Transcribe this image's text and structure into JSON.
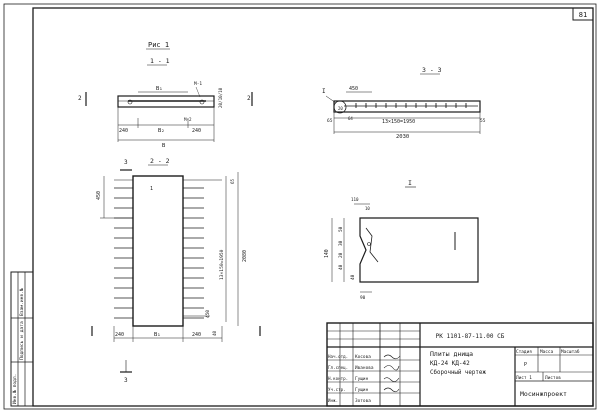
{
  "sheet": {
    "number": "81"
  },
  "figure": {
    "label": "Рис 1"
  },
  "sections": {
    "s11": "1 - 1",
    "s22": "2 - 2",
    "s33": "3 - 3",
    "detail": "I"
  },
  "markers": {
    "two": "2",
    "three": "3",
    "one": "1",
    "roman": "I"
  },
  "dims": {
    "d240": "240",
    "b1": "B₁",
    "b2": "B₂",
    "b": "B",
    "d450": "450",
    "d2080": "2080",
    "d2030": "2030",
    "d13x150": "13×150=1950",
    "d65": "65",
    "d55": "55",
    "d40": "40",
    "d140": "140",
    "d110": "110",
    "d90": "90",
    "d20": "20",
    "d30": "30",
    "d50": "50",
    "d64": "64",
    "d10": "10",
    "d20_10": "20/10/10",
    "m1": "M-1",
    "m2": "M-2"
  },
  "stamp": {
    "code": "РК 1101-87-11.00 СБ",
    "title_line1": "Плиты днища",
    "title_line2": "КД-24  КД-42",
    "title_line3": "Сборочный чертеж",
    "col_stage": "Стадия",
    "col_mass": "Масса",
    "col_scale": "Масштаб",
    "stage_value": "Р",
    "sheet_label": "Лист 1",
    "sheets_label": "Листов",
    "org": "Мосинжпроект",
    "roles": [
      "Нач.отд.",
      "Гл.спец.",
      "Н.контр.",
      "Уч.стр.",
      "Инж."
    ],
    "names": [
      "Косова",
      "Иванова",
      "Гущин",
      "Гущин",
      "Зотова"
    ]
  },
  "side_stamp": {
    "col1": "Инв.№ подл.",
    "col2": "Подпись и дата",
    "col3": "Взам.инв.№"
  }
}
